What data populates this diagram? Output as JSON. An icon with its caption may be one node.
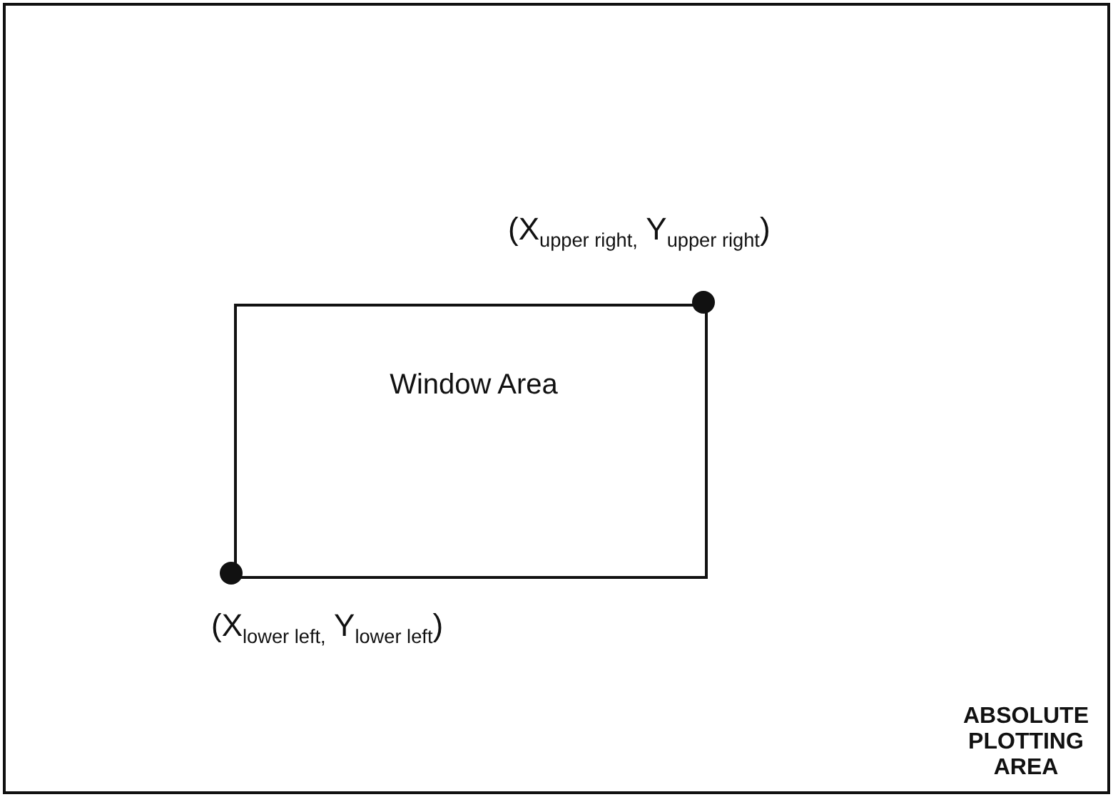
{
  "diagram": {
    "nodes": [
      {
        "text": [
          "ABSOLUTE PLOTTING AREA"
        ]
      },
      {
        "text": [
          "Window Area"
        ],
        "in": 0
      }
    ],
    "labels": [
      "(X$_{upper right,}$ Y$_{upper right}$)",
      "(X$_{lower left,}$ Y$_{lower left}$)"
    ]
  }
}
